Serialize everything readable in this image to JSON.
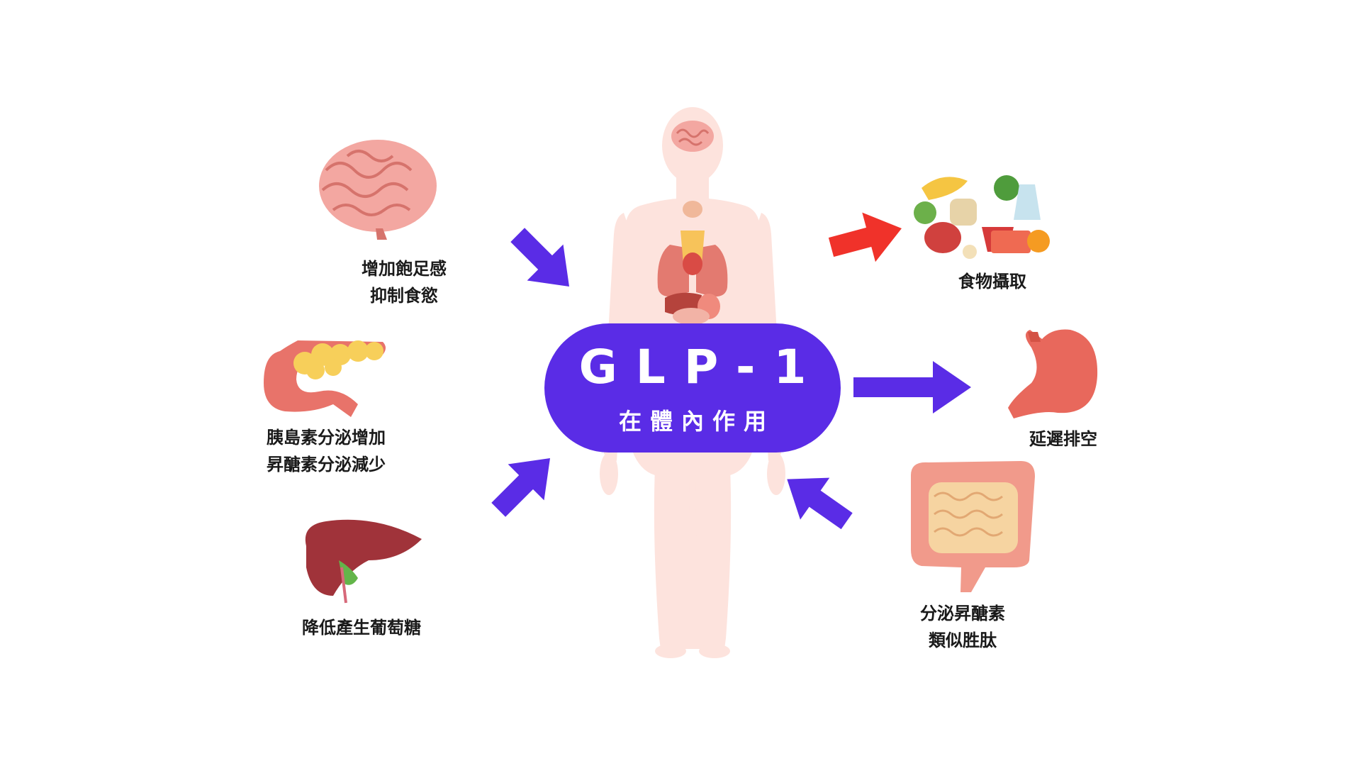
{
  "center": {
    "title": "GLP-1",
    "subtitle": "在體內作用"
  },
  "effects": {
    "satiety": [
      "增加飽足感",
      "抑制食慾"
    ],
    "pancreas": [
      "胰島素分泌增加",
      "昇醣素分泌減少"
    ],
    "liver": [
      "降低產生葡萄糖"
    ],
    "food": [
      "食物攝取"
    ],
    "stomach": [
      "延遲排空"
    ],
    "intestine": [
      "分泌昇醣素",
      "類似胜肽"
    ]
  },
  "colors": {
    "accent": "#5a2ce6",
    "input_arrow": "#f0322a",
    "body": "#fde3dd"
  }
}
